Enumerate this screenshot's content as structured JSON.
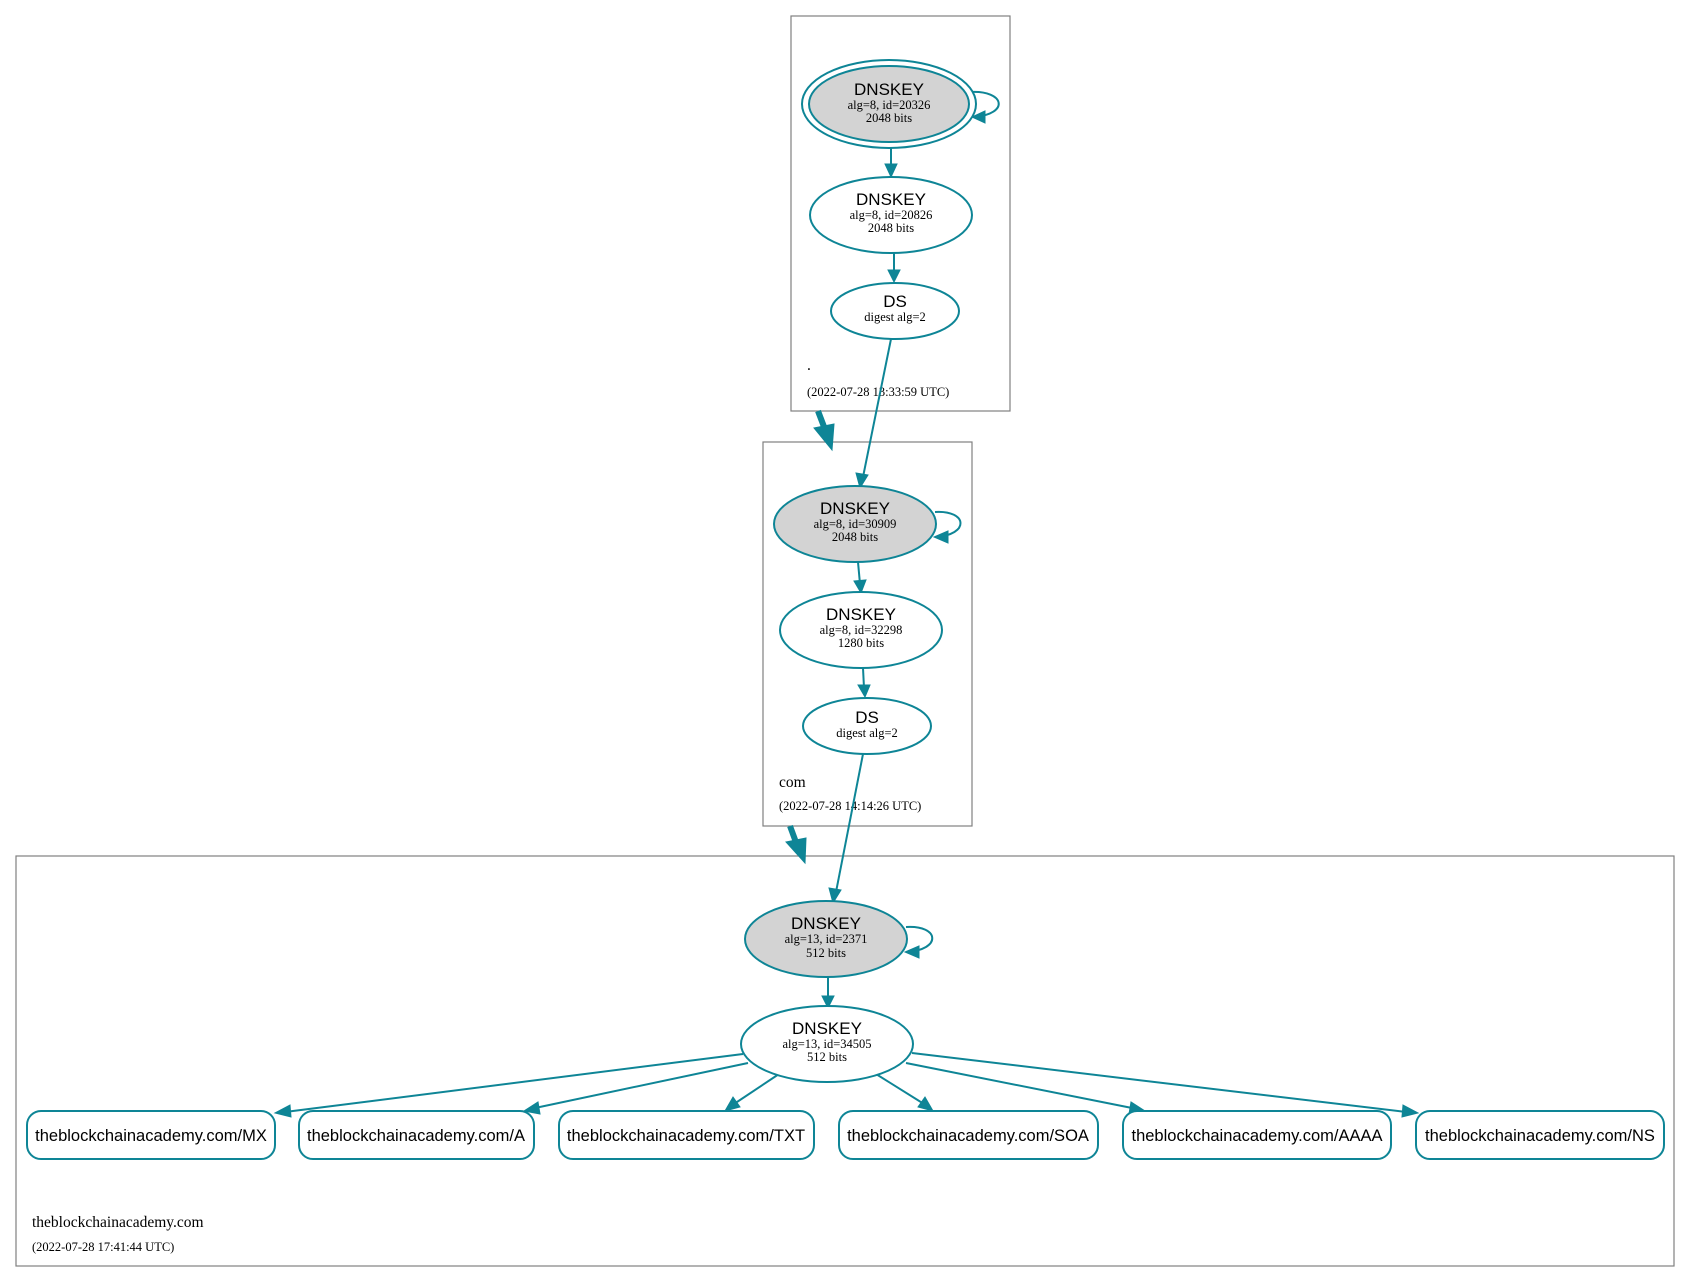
{
  "zones": {
    "root": {
      "name": ".",
      "timestamp": "(2022-07-28 13:33:59 UTC)"
    },
    "com": {
      "name": "com",
      "timestamp": "(2022-07-28 14:14:26 UTC)"
    },
    "domain": {
      "name": "theblockchainacademy.com",
      "timestamp": "(2022-07-28 17:41:44 UTC)"
    }
  },
  "nodes": {
    "root_ksk": {
      "type": "DNSKEY",
      "alg_id": "alg=8, id=20326",
      "bits": "2048 bits"
    },
    "root_zsk": {
      "type": "DNSKEY",
      "alg_id": "alg=8, id=20826",
      "bits": "2048 bits"
    },
    "root_ds": {
      "type": "DS",
      "digest": "digest alg=2"
    },
    "com_ksk": {
      "type": "DNSKEY",
      "alg_id": "alg=8, id=30909",
      "bits": "2048 bits"
    },
    "com_zsk": {
      "type": "DNSKEY",
      "alg_id": "alg=8, id=32298",
      "bits": "1280 bits"
    },
    "com_ds": {
      "type": "DS",
      "digest": "digest alg=2"
    },
    "dom_ksk": {
      "type": "DNSKEY",
      "alg_id": "alg=13, id=2371",
      "bits": "512 bits"
    },
    "dom_zsk": {
      "type": "DNSKEY",
      "alg_id": "alg=13, id=34505",
      "bits": "512 bits"
    }
  },
  "rrsets": [
    "theblockchainacademy.com/MX",
    "theblockchainacademy.com/A",
    "theblockchainacademy.com/TXT",
    "theblockchainacademy.com/SOA",
    "theblockchainacademy.com/AAAA",
    "theblockchainacademy.com/NS"
  ],
  "colors": {
    "edge": "#0e8596",
    "secure_entry_fill": "#d3d3d3",
    "zone_border": "#808080"
  }
}
